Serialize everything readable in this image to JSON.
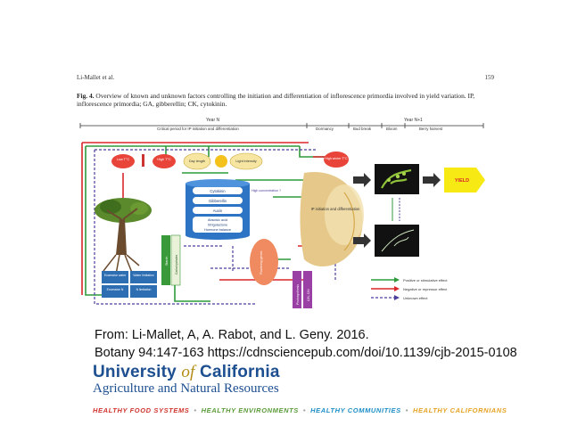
{
  "figure": {
    "header_left": "Li-Mallet et al.",
    "header_right": "159",
    "caption_bold": "Fig. 4.",
    "caption_text": "Overview of known and unknown factors controlling the initiation and differentiation of inflorescence primordia involved in yield variation. IP, inflorescence primordia; GA, gibberellin; CK, cytokinin.",
    "timeline": {
      "year_n": "Year N",
      "critical_period": "Critical period for IP initiation and differentiation",
      "dormancy": "Dormancy",
      "bud_break": "Bud break",
      "year_n1": "Year N+1",
      "bloom": "Bloom",
      "berry_harvest": "Berry harvest"
    },
    "nodes": {
      "low_temp": "Low T°C",
      "high_temp": "High T°C",
      "day_length": "Day length",
      "light_intensity": "Light intensity",
      "high_winter_temp": "High winter T°C",
      "cytokinin": "Cytokinin",
      "gibberellin": "Gibberellin",
      "auxin": "Auxin",
      "abscisic_acid": "Abscisic acid",
      "strigolactone": "Strigolactone",
      "hormone_balance": "Hormone balance",
      "high_concentration": "High concentration ?",
      "ip_initiation": "IP initiation and differentiation",
      "yield": "YIELD",
      "excessive_water": "Excessive water",
      "water_limitation": "Water limitation",
      "excessive_n": "Excessive N",
      "n_limitation": "N limitation",
      "starch": "Starch",
      "carbohydrates": "Carbohydrates",
      "flowering_genes": "Flowering genes",
      "photosynthesis": "Photosynthesis",
      "c_n_ratio": "C/N, C/N"
    },
    "legend": {
      "positive": "Positive or stimulative effect",
      "negative": "Negative or repressor effect",
      "unknown": "Unknown effect"
    }
  },
  "citation": {
    "line1": "From: Li-Mallet, A, A. Rabot, and L. Geny. 2016.",
    "line2": "Botany 94:147-163 https://cdnsciencepub.com/doi/10.1139/cjb-2015-0108"
  },
  "logo": {
    "line1_a": "University",
    "line1_of": "of",
    "line1_b": "California",
    "line2": "Agriculture and Natural Resources"
  },
  "taglines": {
    "t1_h": "HEALTHY",
    "t1_rest": "FOOD SYSTEMS",
    "t2_h": "HEALTHY",
    "t2_rest": "ENVIRONMENTS",
    "t3_h": "HEALTHY",
    "t3_rest": "COMMUNITIES",
    "t4_h": "HEALTHY",
    "t4_rest": "CALIFORNIANS"
  },
  "colors": {
    "positive": "#2f9a3c",
    "negative": "#d8262b",
    "unknown": "#4b3f9c",
    "uc_blue": "#1d4f91",
    "uc_gold": "#b48b12"
  }
}
